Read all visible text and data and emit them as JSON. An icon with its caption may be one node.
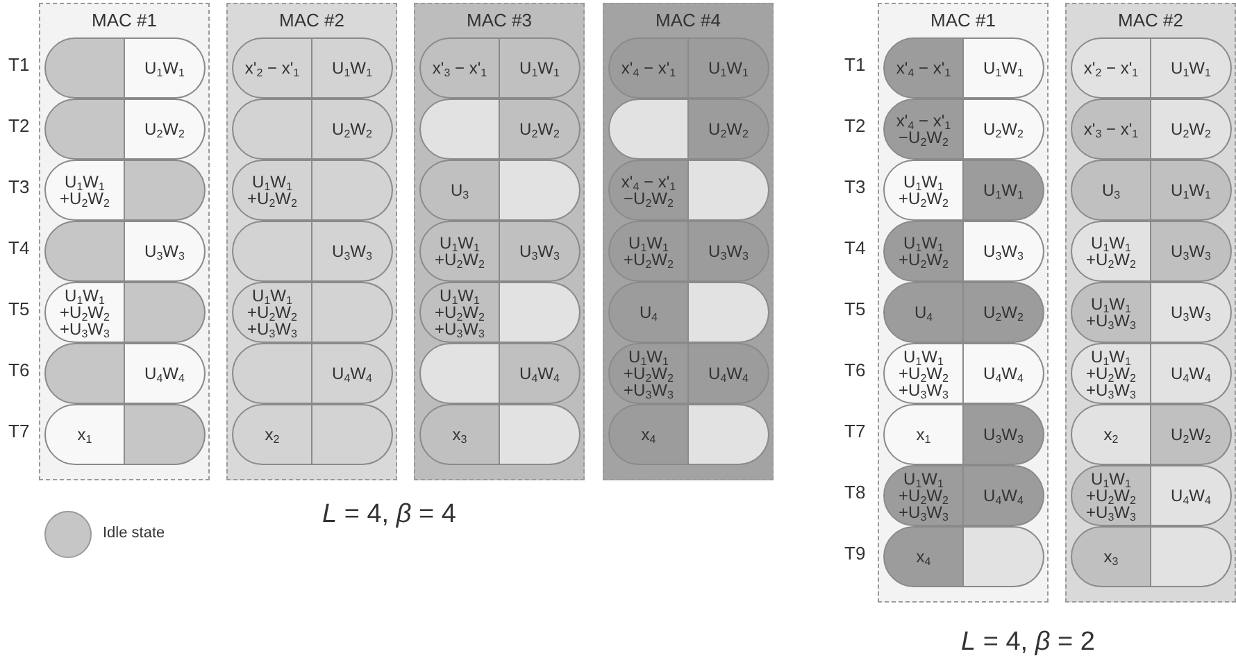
{
  "diagram": {
    "nodes": [
      {
        "text": [
          "MAC #1"
        ]
      },
      {
        "text": [],
        "shape": "box",
        "in": 0
      },
      {
        "text": [
          "U$_{1}$W$_{1}$"
        ],
        "in": 0
      },
      {
        "text": [],
        "shape": "box",
        "in": 0
      },
      {
        "text": [
          "U$_{2}$W$_{2}$"
        ],
        "in": 0
      },
      {
        "text": [
          "U$_{1}$W$_{1}$ +U$_{2}$W$_{2}$"
        ],
        "in": 0
      },
      {
        "text": [],
        "shape": "box",
        "in": 0
      },
      {
        "text": [],
        "shape": "box",
        "in": 0
      },
      {
        "text": [
          "U$_{3}$W$_{3}$"
        ],
        "in": 0
      },
      {
        "text": [
          "U$_{1}$W$_{1}$ +U$_{2}$W$_{2}$ +U$_{3}$W$_{3}$"
        ],
        "in": 0
      },
      {
        "text": [],
        "shape": "box",
        "in": 0
      },
      {
        "text": [],
        "shape": "box",
        "in": 0
      },
      {
        "text": [
          "U$_{4}$W$_{4}$"
        ],
        "in": 0
      },
      {
        "text": [
          "x$_{1}$"
        ],
        "in": 0
      },
      {
        "text": [],
        "shape": "box",
        "in": 0
      },
      {
        "text": [
          "MAC #2"
        ]
      },
      {
        "text": [
          "x'$_{2}$ − x'$_{1}$"
        ],
        "in": 15
      },
      {
        "text": [
          "U$_{1}$W$_{1}$"
        ],
        "in": 15
      },
      {
        "text": [],
        "shape": "box",
        "in": 15
      },
      {
        "text": [
          "U$_{2}$W$_{2}$"
        ],
        "in": 15
      },
      {
        "text": [
          "U$_{1}$W$_{1}$ +U$_{2}$W$_{2}$"
        ],
        "in": 15
      },
      {
        "text": [],
        "shape": "box",
        "in": 15
      },
      {
        "text": [],
        "shape": "box",
        "in": 15
      },
      {
        "text": [
          "U$_{3}$W$_{3}$"
        ],
        "in": 15
      },
      {
        "text": [
          "U$_{1}$W$_{1}$ +U$_{2}$W$_{2}$ +U$_{3}$W$_{3}$"
        ],
        "in": 15
      },
      {
        "text": [],
        "shape": "box",
        "in": 15
      },
      {
        "text": [],
        "shape": "box",
        "in": 15
      },
      {
        "text": [
          "U$_{4}$W$_{4}$"
        ],
        "in": 15
      },
      {
        "text": [
          "x$_{2}$"
        ],
        "in": 15
      },
      {
        "text": [],
        "shape": "box",
        "in": 15
      },
      {
        "text": [
          "MAC #3"
        ]
      },
      {
        "text": [
          "x'$_{3}$ − x'$_{1}$"
        ],
        "in": 30
      },
      {
        "text": [
          "U$_{1}$W$_{1}$"
        ],
        "in": 30
      },
      {
        "text": [],
        "shape": "box",
        "in": 30
      },
      {
        "text": [
          "U$_{2}$W$_{2}$"
        ],
        "in": 30
      },
      {
        "text": [
          "U$_{3}$"
        ],
        "in": 30
      },
      {
        "text": [],
        "shape": "box",
        "in": 30
      },
      {
        "text": [
          "U$_{1}$W$_{1}$ +U$_{2}$W$_{2}$"
        ],
        "in": 30
      },
      {
        "text": [
          "U$_{3}$W$_{3}$"
        ],
        "in": 30
      },
      {
        "text": [
          "U$_{1}$W$_{1}$ +U$_{2}$W$_{2}$ +U$_{3}$W$_{3}$"
        ],
        "in": 30
      },
      {
        "text": [],
        "shape": "box",
        "in": 30
      },
      {
        "text": [],
        "shape": "box",
        "in": 30
      },
      {
        "text": [
          "U$_{4}$W$_{4}$"
        ],
        "in": 30
      },
      {
        "text": [
          "x$_{3}$"
        ],
        "in": 30
      },
      {
        "text": [],
        "shape": "box",
        "in": 30
      },
      {
        "text": [
          "MAC #4"
        ]
      },
      {
        "text": [
          "x'$_{4}$ − x'$_{1}$"
        ],
        "in": 45
      },
      {
        "text": [
          "U$_{1}$W$_{1}$"
        ],
        "in": 45
      },
      {
        "text": [],
        "shape": "box",
        "in": 45
      },
      {
        "text": [
          "U$_{2}$W$_{2}$"
        ],
        "in": 45
      },
      {
        "text": [
          "x'$_{4}$ − x'$_{1}$ −U$_{2}$W$_{2}$"
        ],
        "in": 45
      },
      {
        "text": [],
        "shape": "box",
        "in": 45
      },
      {
        "text": [
          "U$_{1}$W$_{1}$ +U$_{2}$W$_{2}$"
        ],
        "in": 45
      },
      {
        "text": [
          "U$_{3}$W$_{3}$"
        ],
        "in": 45
      },
      {
        "text": [
          "U$_{4}$"
        ],
        "in": 45
      },
      {
        "text": [],
        "shape": "box",
        "in": 45
      },
      {
        "text": [
          "U$_{1}$W$_{1}$ +U$_{2}$W$_{2}$ +U$_{3}$W$_{3}$"
        ],
        "in": 45
      },
      {
        "text": [
          "U$_{4}$W$_{4}$"
        ],
        "in": 45
      },
      {
        "text": [
          "x$_{4}$"
        ],
        "in": 45
      },
      {
        "text": [],
        "shape": "box",
        "in": 45
      },
      {
        "text": [
          "MAC #1"
        ]
      },
      {
        "text": [
          "x'$_{4}$ − x'$_{1}$"
        ],
        "in": 60
      },
      {
        "text": [
          "U$_{1}$W$_{1}$"
        ],
        "in": 60
      },
      {
        "text": [
          "x'$_{4}$ − x'$_{1}$ −U$_{2}$W$_{2}$"
        ],
        "in": 60
      },
      {
        "text": [
          "U$_{2}$W$_{2}$"
        ],
        "in": 60
      },
      {
        "text": [
          "U$_{1}$W$_{1}$ +U$_{2}$W$_{2}$"
        ],
        "in": 60
      },
      {
        "text": [
          "U$_{1}$W$_{1}$"
        ],
        "in": 60
      },
      {
        "text": [
          "U$_{1}$W$_{1}$ +U$_{2}$W$_{2}$"
        ],
        "in": 60
      },
      {
        "text": [
          "U$_{3}$W$_{3}$"
        ],
        "in": 60
      },
      {
        "text": [
          "U$_{4}$"
        ],
        "in": 60
      },
      {
        "text": [
          "U$_{2}$W$_{2}$"
        ],
        "in": 60
      },
      {
        "text": [
          "U$_{1}$W$_{1}$ +U$_{2}$W$_{2}$ +U$_{3}$W$_{3}$"
        ],
        "in": 60
      },
      {
        "text": [
          "U$_{4}$W$_{4}$"
        ],
        "in": 60
      },
      {
        "text": [
          "x$_{1}$"
        ],
        "in": 60
      },
      {
        "text": [
          "U$_{3}$W$_{3}$"
        ],
        "in": 60
      },
      {
        "text": [
          "U$_{1}$W$_{1}$ +U$_{2}$W$_{2}$ +U$_{3}$W$_{3}$"
        ],
        "in": 60
      },
      {
        "text": [
          "U$_{4}$W$_{4}$"
        ],
        "in": 60
      },
      {
        "text": [
          "x$_{4}$"
        ],
        "in": 60
      },
      {
        "text": [],
        "shape": "box",
        "in": 60
      },
      {
        "text": [
          "MAC #2"
        ]
      },
      {
        "text": [
          "x'$_{2}$ − x'$_{1}$"
        ],
        "in": 79
      },
      {
        "text": [
          "U$_{1}$W$_{1}$"
        ],
        "in": 79
      },
      {
        "text": [
          "x'$_{3}$ − x'$_{1}$"
        ],
        "in": 79
      },
      {
        "text": [
          "U$_{2}$W$_{2}$"
        ],
        "in": 79
      },
      {
        "text": [
          "U$_{3}$"
        ],
        "in": 79
      },
      {
        "text": [
          "U$_{1}$W$_{1}$"
        ],
        "in": 79
      },
      {
        "text": [
          "U$_{1}$W$_{1}$ +U$_{2}$W$_{2}$"
        ],
        "in": 79
      },
      {
        "text": [
          "U$_{3}$W$_{3}$"
        ],
        "in": 79
      },
      {
        "text": [
          "U$_{1}$W$_{1}$ +U$_{3}$W$_{3}$"
        ],
        "in": 79
      },
      {
        "text": [
          "U$_{3}$W$_{3}$"
        ],
        "in": 79
      },
      {
        "text": [
          "U$_{1}$W$_{1}$ +U$_{2}$W$_{2}$ +U$_{3}$W$_{3}$"
        ],
        "in": 79
      },
      {
        "text": [
          "U$_{4}$W$_{4}$"
        ],
        "in": 79
      },
      {
        "text": [
          "x$_{2}$"
        ],
        "in": 79
      },
      {
        "text": [
          "U$_{2}$W$_{2}$"
        ],
        "in": 79
      },
      {
        "text": [
          "U$_{1}$W$_{1}$ +U$_{2}$W$_{2}$ +U$_{3}$W$_{3}$"
        ],
        "in": 79
      },
      {
        "text": [
          "U$_{4}$W$_{4}$"
        ],
        "in": 79
      },
      {
        "text": [
          "x$_{3}$"
        ],
        "in": 79
      },
      {
        "text": [],
        "shape": "box",
        "in": 79
      }
    ],
    "edges": [],
    "labels": [
      "T1",
      "T2",
      "T3",
      "T4",
      "T5",
      "T6",
      "T7",
      "*L* = 4, *β* = 4",
      "T1",
      "T2",
      "T3",
      "T4",
      "T5",
      "T6",
      "T7",
      "T8",
      "T9",
      "*L* = 4, *β* = 2"
    ],
    "legend": [
      {
        "text": "Idle state",
        "color": "#c6c6c6"
      }
    ]
  }
}
